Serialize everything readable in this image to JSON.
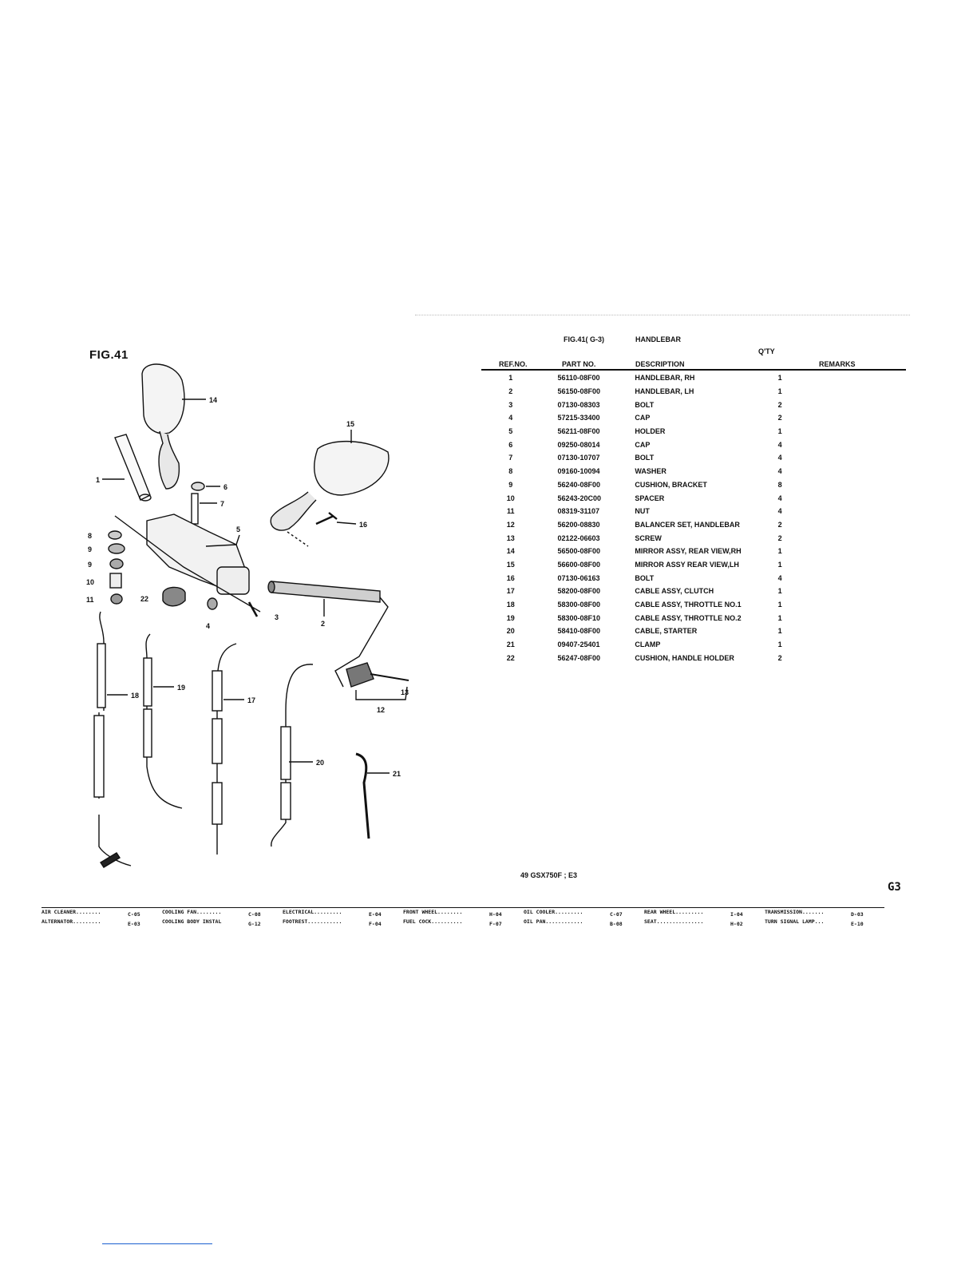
{
  "figure": {
    "label": "FIG.41",
    "callouts": [
      "14",
      "15",
      "1",
      "6",
      "7",
      "5",
      "16",
      "8",
      "9",
      "9",
      "10",
      "11",
      "22",
      "4",
      "3",
      "2",
      "18",
      "19",
      "17",
      "20",
      "21",
      "13",
      "12"
    ]
  },
  "table": {
    "title_fig": "FIG.41( G-3)",
    "title_name": "HANDLEBAR",
    "headers": {
      "ref": "REF.NO.",
      "part": "PART NO.",
      "desc": "DESCRIPTION",
      "qty": "Q'TY",
      "remarks": "REMARKS"
    },
    "rows": [
      {
        "ref": "1",
        "part": "56110-08F00",
        "desc": "HANDLEBAR, RH",
        "qty": "1"
      },
      {
        "ref": "2",
        "part": "56150-08F00",
        "desc": "HANDLEBAR, LH",
        "qty": "1"
      },
      {
        "ref": "3",
        "part": "07130-08303",
        "desc": "BOLT",
        "qty": "2"
      },
      {
        "ref": "4",
        "part": "57215-33400",
        "desc": "CAP",
        "qty": "2"
      },
      {
        "ref": "5",
        "part": "56211-08F00",
        "desc": "HOLDER",
        "qty": "1"
      },
      {
        "ref": "6",
        "part": "09250-08014",
        "desc": "CAP",
        "qty": "4"
      },
      {
        "ref": "7",
        "part": "07130-10707",
        "desc": "BOLT",
        "qty": "4"
      },
      {
        "ref": "8",
        "part": "09160-10094",
        "desc": "WASHER",
        "qty": "4"
      },
      {
        "ref": "9",
        "part": "56240-08F00",
        "desc": "CUSHION, BRACKET",
        "qty": "8"
      },
      {
        "ref": "10",
        "part": "56243-20C00",
        "desc": "SPACER",
        "qty": "4"
      },
      {
        "ref": "11",
        "part": "08319-31107",
        "desc": "NUT",
        "qty": "4"
      },
      {
        "ref": "12",
        "part": "56200-08830",
        "desc": "BALANCER SET, HANDLEBAR",
        "qty": "2"
      },
      {
        "ref": "13",
        "part": "02122-06603",
        "desc": "SCREW",
        "qty": "2"
      },
      {
        "ref": "14",
        "part": "56500-08F00",
        "desc": "MIRROR ASSY, REAR VIEW,RH",
        "qty": "1"
      },
      {
        "ref": "15",
        "part": "56600-08F00",
        "desc": "MIRROR ASSY REAR VIEW,LH",
        "qty": "1"
      },
      {
        "ref": "16",
        "part": "07130-06163",
        "desc": "BOLT",
        "qty": "4"
      },
      {
        "ref": "17",
        "part": "58200-08F00",
        "desc": "CABLE ASSY, CLUTCH",
        "qty": "1"
      },
      {
        "ref": "18",
        "part": "58300-08F00",
        "desc": "CABLE ASSY, THROTTLE NO.1",
        "qty": "1"
      },
      {
        "ref": "19",
        "part": "58300-08F10",
        "desc": "CABLE ASSY, THROTTLE NO.2",
        "qty": "1"
      },
      {
        "ref": "20",
        "part": "58410-08F00",
        "desc": "CABLE, STARTER",
        "qty": "1"
      },
      {
        "ref": "21",
        "part": "09407-25401",
        "desc": "CLAMP",
        "qty": "1"
      },
      {
        "ref": "22",
        "part": "56247-08F00",
        "desc": "CUSHION, HANDLE HOLDER",
        "qty": "2"
      }
    ]
  },
  "footer": {
    "model_note": "49 GSX750F ; E3",
    "page_code": "G3"
  },
  "index": {
    "row1": [
      {
        "name": "AIR CLEANER........",
        "code": "C-05"
      },
      {
        "name": "COOLING FAN........",
        "code": "C-08"
      },
      {
        "name": "ELECTRICAL.........",
        "code": "E-04"
      },
      {
        "name": "FRONT WHEEL........",
        "code": "H-04"
      },
      {
        "name": "OIL COOLER.........",
        "code": "C-07"
      },
      {
        "name": "REAR WHEEL.........",
        "code": "I-04"
      },
      {
        "name": "TRANSMISSION.......",
        "code": "D-03"
      }
    ],
    "row2": [
      {
        "name": "ALTERNATOR.........",
        "code": "E-03"
      },
      {
        "name": "COOLING BODY INSTAL",
        "code": "G-12"
      },
      {
        "name": "FOOTREST...........",
        "code": "F-04"
      },
      {
        "name": "FUEL COCK..........",
        "code": "F-07"
      },
      {
        "name": "OIL PAN............",
        "code": "B-08"
      },
      {
        "name": "SEAT...............",
        "code": "H-02"
      },
      {
        "name": "TURN SIGNAL LAMP...",
        "code": "E-10"
      }
    ]
  }
}
